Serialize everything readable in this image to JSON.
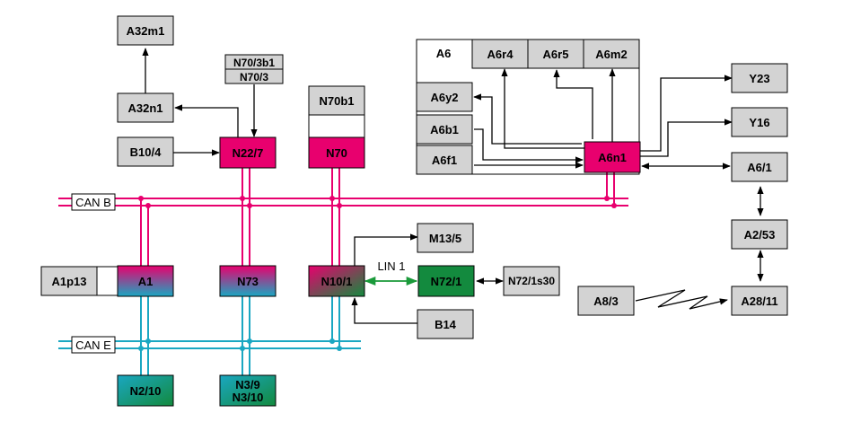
{
  "colors": {
    "magenta": "#e8006e",
    "cyan": "#1aa7c2",
    "green": "#138a3e",
    "gray": "#d3d3d3",
    "can_b_line": "#e8006e",
    "can_e_line": "#1aa7c2",
    "lin_line": "#1a9a3a"
  },
  "buses": {
    "can_b": "CAN B",
    "can_e": "CAN E",
    "lin1": "LIN 1"
  },
  "nodes": {
    "a32m1": "A32m1",
    "a32n1": "A32n1",
    "b10_4": "B10/4",
    "n70_3b1": "N70/3b1",
    "n70_3": "N70/3",
    "n22_7": "N22/7",
    "n70b1": "N70b1",
    "n70": "N70",
    "a6": "A6",
    "a6r4": "A6r4",
    "a6r5": "A6r5",
    "a6m2": "A6m2",
    "a6y2": "A6y2",
    "a6b1": "A6b1",
    "a6f1": "A6f1",
    "a6n1": "A6n1",
    "y23": "Y23",
    "y16": "Y16",
    "a6_1": "A6/1",
    "a2_53": "A2/53",
    "a28_11": "A28/11",
    "a8_3": "A8/3",
    "a1p13": "A1p13",
    "a1": "A1",
    "n73": "N73",
    "n10_1": "N10/1",
    "m13_5": "M13/5",
    "n72_1": "N72/1",
    "n72_1s30": "N72/1s30",
    "b14": "B14",
    "n2_10": "N2/10",
    "n3_9": "N3/9",
    "n3_10": "N3/10"
  }
}
